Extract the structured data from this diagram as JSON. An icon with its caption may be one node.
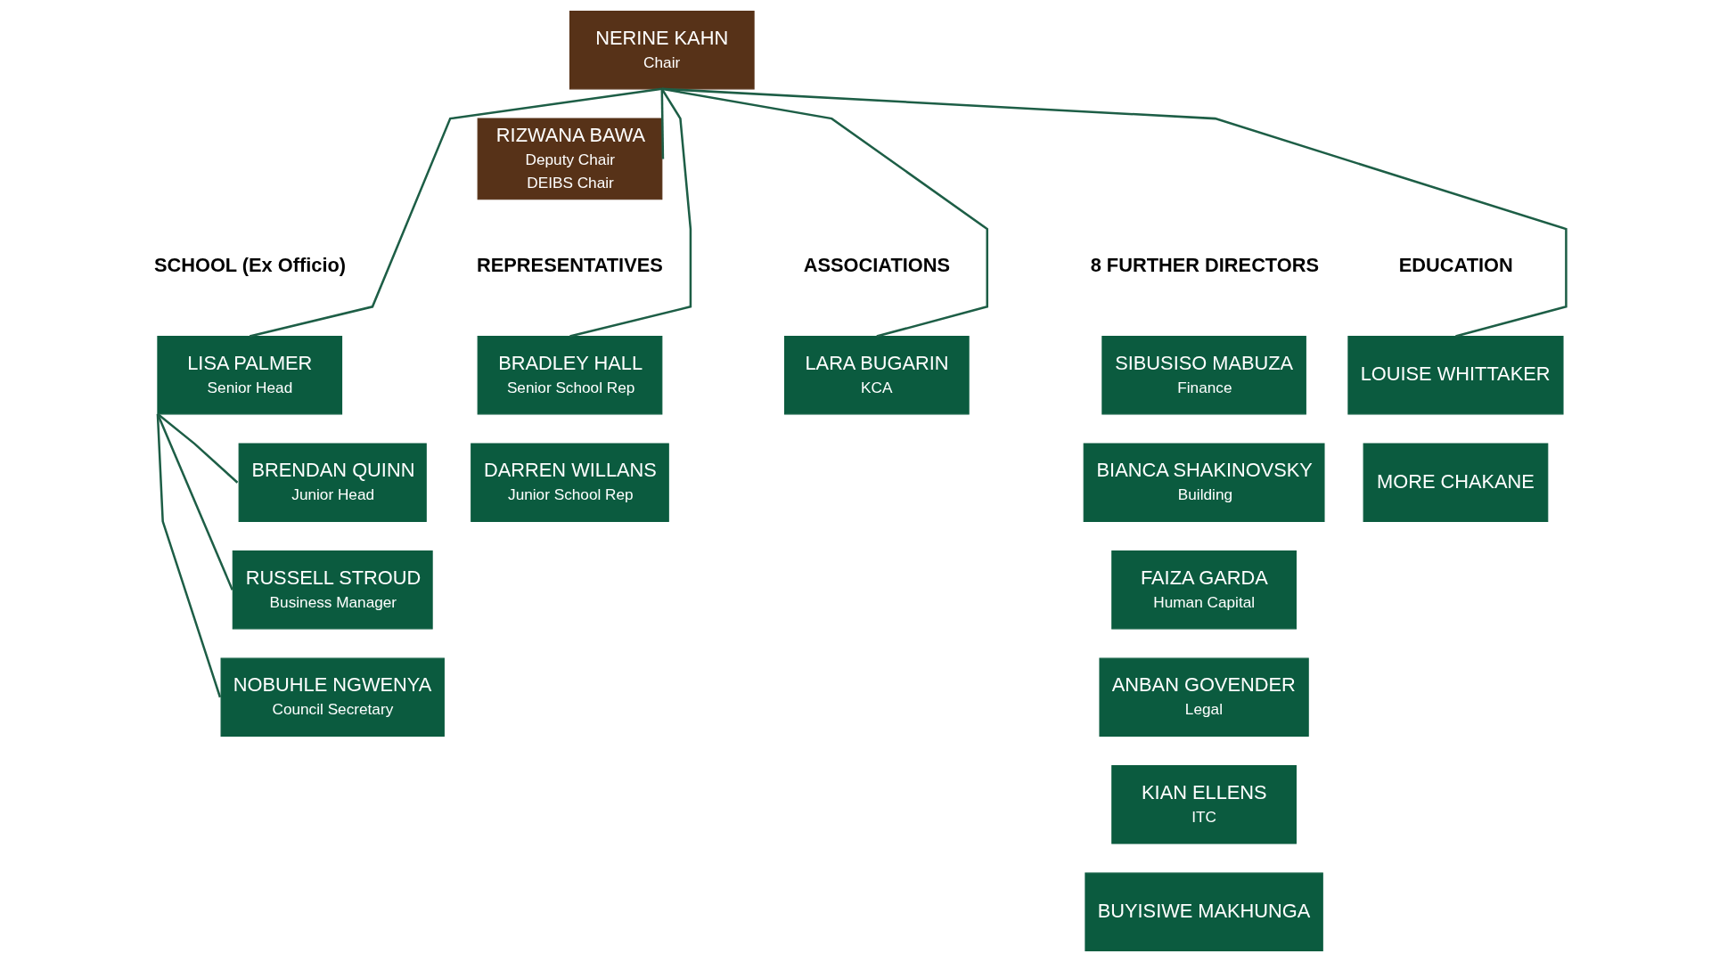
{
  "diagram": {
    "nodes": [
      {
        "text": [
          "NERINE KAHN",
          "Chair"
        ]
      },
      {
        "text": [
          "RIZWANA BAWA",
          "Deputy Chair",
          "DEIBS Chair"
        ]
      },
      {
        "text": [
          "LISA PALMER",
          "Senior Head"
        ]
      },
      {
        "text": [
          "BRENDAN QUINN",
          "Junior Head"
        ]
      },
      {
        "text": [
          "RUSSELL STROUD",
          "Business Manager"
        ]
      },
      {
        "text": [
          "NOBUHLE NGWENYA",
          "Council Secretary"
        ]
      },
      {
        "text": [
          "BRADLEY HALL",
          "Senior School Rep"
        ]
      },
      {
        "text": [
          "DARREN WILLANS",
          "Junior School Rep"
        ]
      },
      {
        "text": [
          "LARA BUGARIN",
          "KCA"
        ]
      },
      {
        "text": [
          "SIBUSISO MABUZA",
          "Finance"
        ]
      },
      {
        "text": [
          "BIANCA SHAKINOVSKY",
          "Building"
        ]
      },
      {
        "text": [
          "FAIZA GARDA",
          "Human Capital"
        ]
      },
      {
        "text": [
          "ANBAN GOVENDER",
          "Legal"
        ]
      },
      {
        "text": [
          "KIAN ELLENS",
          "ITC"
        ]
      },
      {
        "text": [
          "BUYISIWE MAKHUNGA"
        ]
      },
      {
        "text": [
          "LOUISE WHITTAKER"
        ]
      },
      {
        "text": [
          "MORE CHAKANE"
        ]
      }
    ],
    "edges": [
      {
        "from": 0,
        "to": 1,
        "arrow": "none"
      },
      {
        "from": 0,
        "to": 2,
        "arrow": "none"
      },
      {
        "from": 0,
        "to": 6,
        "arrow": "none"
      },
      {
        "from": 0,
        "to": 8,
        "arrow": "none"
      },
      {
        "from": 0,
        "to": 15,
        "arrow": "none"
      },
      {
        "from": 2,
        "to": 3,
        "arrow": "none"
      },
      {
        "from": 2,
        "to": 4,
        "arrow": "none"
      },
      {
        "from": 2,
        "to": 5,
        "arrow": "none"
      }
    ],
    "labels": [
      "SCHOOL (Ex Officio)",
      "REPRESENTATIVES",
      "ASSOCIATIONS",
      "8 FURTHER DIRECTORS",
      "EDUCATION"
    ]
  }
}
